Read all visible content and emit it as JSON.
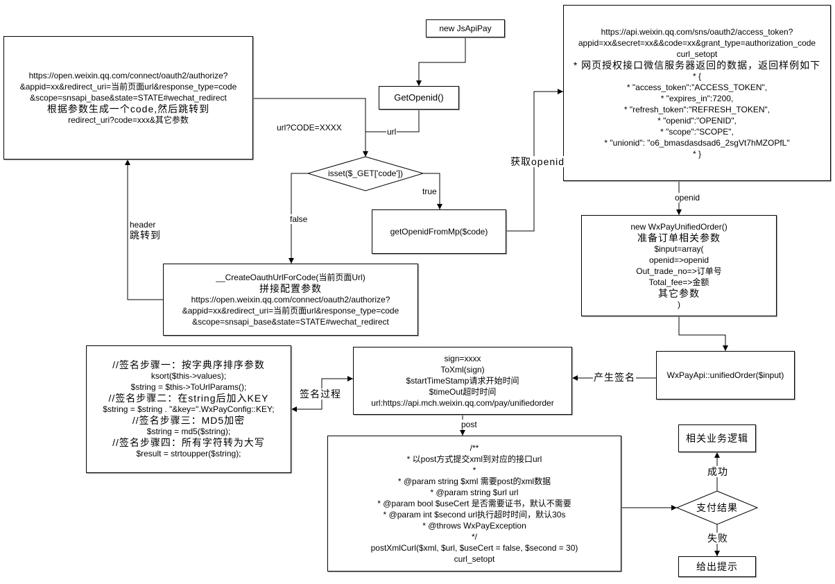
{
  "colors": {
    "background": "#ffffff",
    "line": "#000000",
    "box_border": "#000000"
  },
  "nodes": {
    "new_jsapipay": {
      "lines": [
        "new JsApiPay"
      ]
    },
    "get_openid": {
      "lines": [
        "GetOpenid()"
      ]
    },
    "isset_code": {
      "label": "isset($_GET['code'])"
    },
    "get_openid_from_mp": {
      "lines": [
        "getOpenidFromMp($code)"
      ]
    },
    "oauth_authorize": {
      "lines": [
        "https://open.weixin.qq.com/connect/oauth2/authorize?",
        "&appid=xx&redirect_uri=当前页面url&response_type=code",
        "&scope=snsapi_base&state=STATE#wechat_redirect",
        "根据参数生成一个code,然后跳转到",
        "redirect_uri?code=xxx&其它参数"
      ]
    },
    "create_oauth_url": {
      "lines": [
        "__CreateOauthUrlForCode(当前页面Url)",
        "拼接配置参数",
        "https://open.weixin.qq.com/connect/oauth2/authorize?",
        "&appid=xx&redirect_uri=当前页面url&response_type=code",
        "&scope=snsapi_base&state=STATE#wechat_redirect"
      ]
    },
    "access_token": {
      "lines": [
        "https://api.weixin.qq.com/sns/oauth2/access_token?",
        "appid=xx&secret=xx&&code=xx&grant_type=authorization_code",
        "curl_setopt",
        "* 网页授权接口微信服务器返回的数据，返回样例如下",
        "* {",
        "* \"access_token\":\"ACCESS_TOKEN\",",
        "* \"expires_in\":7200,",
        "* \"refresh_token\":\"REFRESH_TOKEN\",",
        "* \"openid\":\"OPENID\",",
        "* \"scope\":\"SCOPE\",",
        "* \"unionid\": \"o6_bmasdasdsad6_2sgVt7hMZOPfL\"",
        "* }"
      ]
    },
    "unified_order_obj": {
      "lines": [
        "new WxPayUnifiedOrder()",
        "准备订单相关参数",
        "$input=array(",
        "openid=>openid",
        "Out_trade_no=>订单号",
        "Total_fee=>金额",
        "其它参数",
        ")"
      ]
    },
    "unified_order_api": {
      "lines": [
        "WxPayApi::unifiedOrder($input)"
      ]
    },
    "sign_request": {
      "lines": [
        "sign=xxxx",
        "ToXml(sign)",
        "$startTimeStamp请求开始时间",
        "$timeOut超时时间",
        "url:https://api.mch.weixin.qq.com/pay/unifiedorder"
      ]
    },
    "sign_steps": {
      "lines": [
        "//签名步骤一：按字典序排序参数",
        "ksort($this->values);",
        "$string = $this->ToUrlParams();",
        "//签名步骤二：在string后加入KEY",
        "$string = $string . \"&key=\".WxPayConfig::KEY;",
        "//签名步骤三：MD5加密",
        "$string = md5($string);",
        "//签名步骤四：所有字符转为大写",
        "$result = strtoupper($string);"
      ]
    },
    "post_xml_curl": {
      "lines": [
        "/**",
        "* 以post方式提交xml到对应的接口url",
        "*",
        "* @param string $xml  需要post的xml数据",
        "* @param string $url  url",
        "* @param bool $useCert 是否需要证书，默认不需要",
        "* @param int $second   url执行超时时间，默认30s",
        "* @throws WxPayException",
        "*/",
        "postXmlCurl($xml, $url, $useCert = false, $second = 30)",
        "curl_setopt"
      ]
    },
    "business_logic": {
      "lines": [
        "相关业务逻辑"
      ]
    },
    "pay_result": {
      "label": "支付结果"
    },
    "show_tip": {
      "lines": [
        "给出提示"
      ]
    }
  },
  "edge_labels": {
    "url_code": "url?CODE=XXXX",
    "url": "url",
    "true": "true",
    "false": "false",
    "header": [
      "header",
      "跳转到"
    ],
    "get_openid": "获取openid",
    "openid": "openid",
    "gen_sign": "产生签名",
    "sign_process": "签名过程",
    "post": "post",
    "success": "成功",
    "fail": "失败"
  }
}
